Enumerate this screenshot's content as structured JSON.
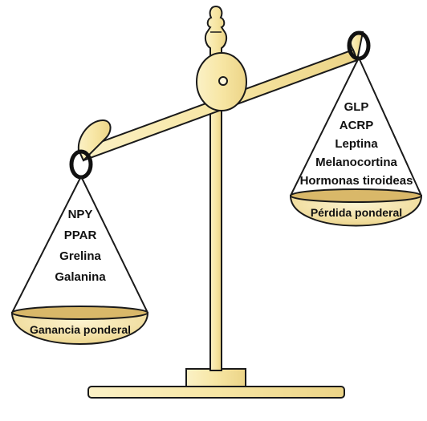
{
  "left_pan": {
    "items": [
      "NPY",
      "PPAR",
      "Grelina",
      "Galanina"
    ],
    "caption": "Ganancia ponderal"
  },
  "right_pan": {
    "items": [
      "GLP",
      "ACRP",
      "Leptina",
      "Melanocortina",
      "Hormonas tiroideas"
    ],
    "caption": "Pérdida ponderal"
  },
  "colors": {
    "brass": "#f8eab0",
    "brass_dark": "#e8cf7e",
    "outline": "#1a1a1a",
    "ring": "#111111"
  }
}
